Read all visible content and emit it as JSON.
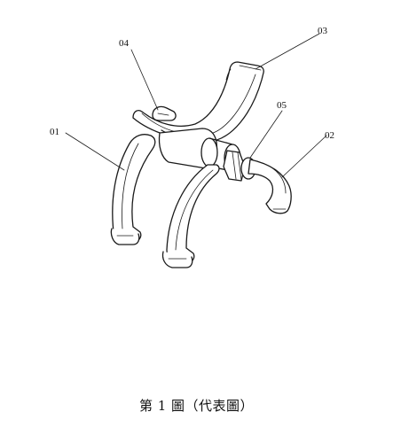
{
  "figure": {
    "caption": "第 1 圖（代表圖）",
    "part_labels": [
      "01",
      "02",
      "03",
      "04",
      "05"
    ]
  }
}
